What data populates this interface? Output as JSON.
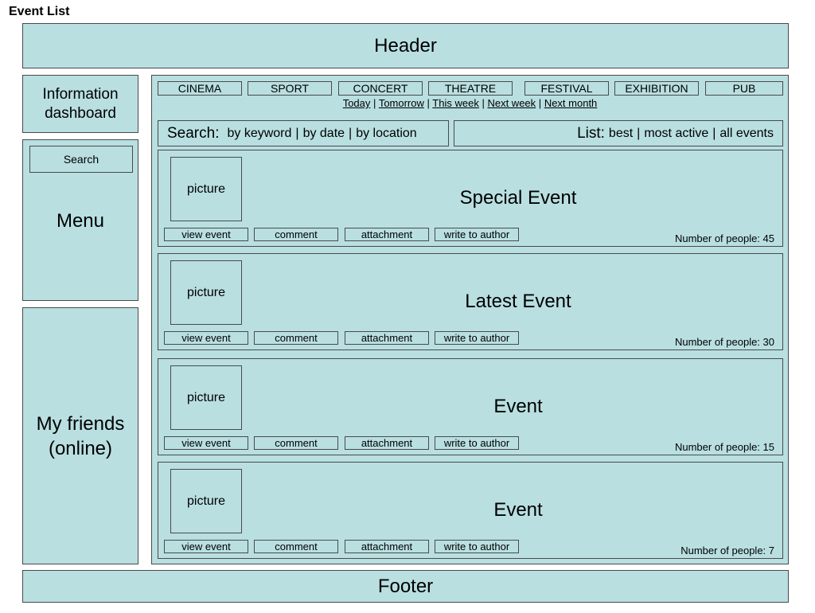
{
  "page_title": "Event List",
  "header": {
    "label": "Header"
  },
  "footer": {
    "label": "Footer"
  },
  "info_dashboard": {
    "label": "Information\ndashboard"
  },
  "menu": {
    "search_button": "Search",
    "label": "Menu"
  },
  "friends": {
    "label": "My friends\n(online)"
  },
  "categories": [
    "CINEMA",
    "SPORT",
    "CONCERT",
    "THEATRE",
    "FESTIVAL",
    "EXHIBITION",
    "PUB"
  ],
  "timeframes": {
    "today": "Today",
    "tomorrow": "Tomorrow",
    "this_week": "This week",
    "next_week": "Next week",
    "next_month": "Next month",
    "separator": "|"
  },
  "search_bar": {
    "title": "Search:",
    "by_keyword": "by keyword",
    "by_date": "by date",
    "by_location": "by location",
    "separator": "|"
  },
  "list_bar": {
    "title": "List:",
    "best": "best",
    "most_active": "most active",
    "all_events": "all events",
    "separator": "|"
  },
  "event_buttons": {
    "view": "view event",
    "comment": "comment",
    "attachment": "attachment",
    "write": "write to author"
  },
  "events": [
    {
      "picture": "picture",
      "title": "Special Event",
      "count": "Number of people: 45"
    },
    {
      "picture": "picture",
      "title": "Latest Event",
      "count": "Number of people: 30"
    },
    {
      "picture": "picture",
      "title": "Event",
      "count": "Number of people: 15"
    },
    {
      "picture": "picture",
      "title": "Event",
      "count": "Number of people: 7"
    }
  ],
  "colors": {
    "panel": "#b9dfe1",
    "border": "#4a4a4a"
  }
}
